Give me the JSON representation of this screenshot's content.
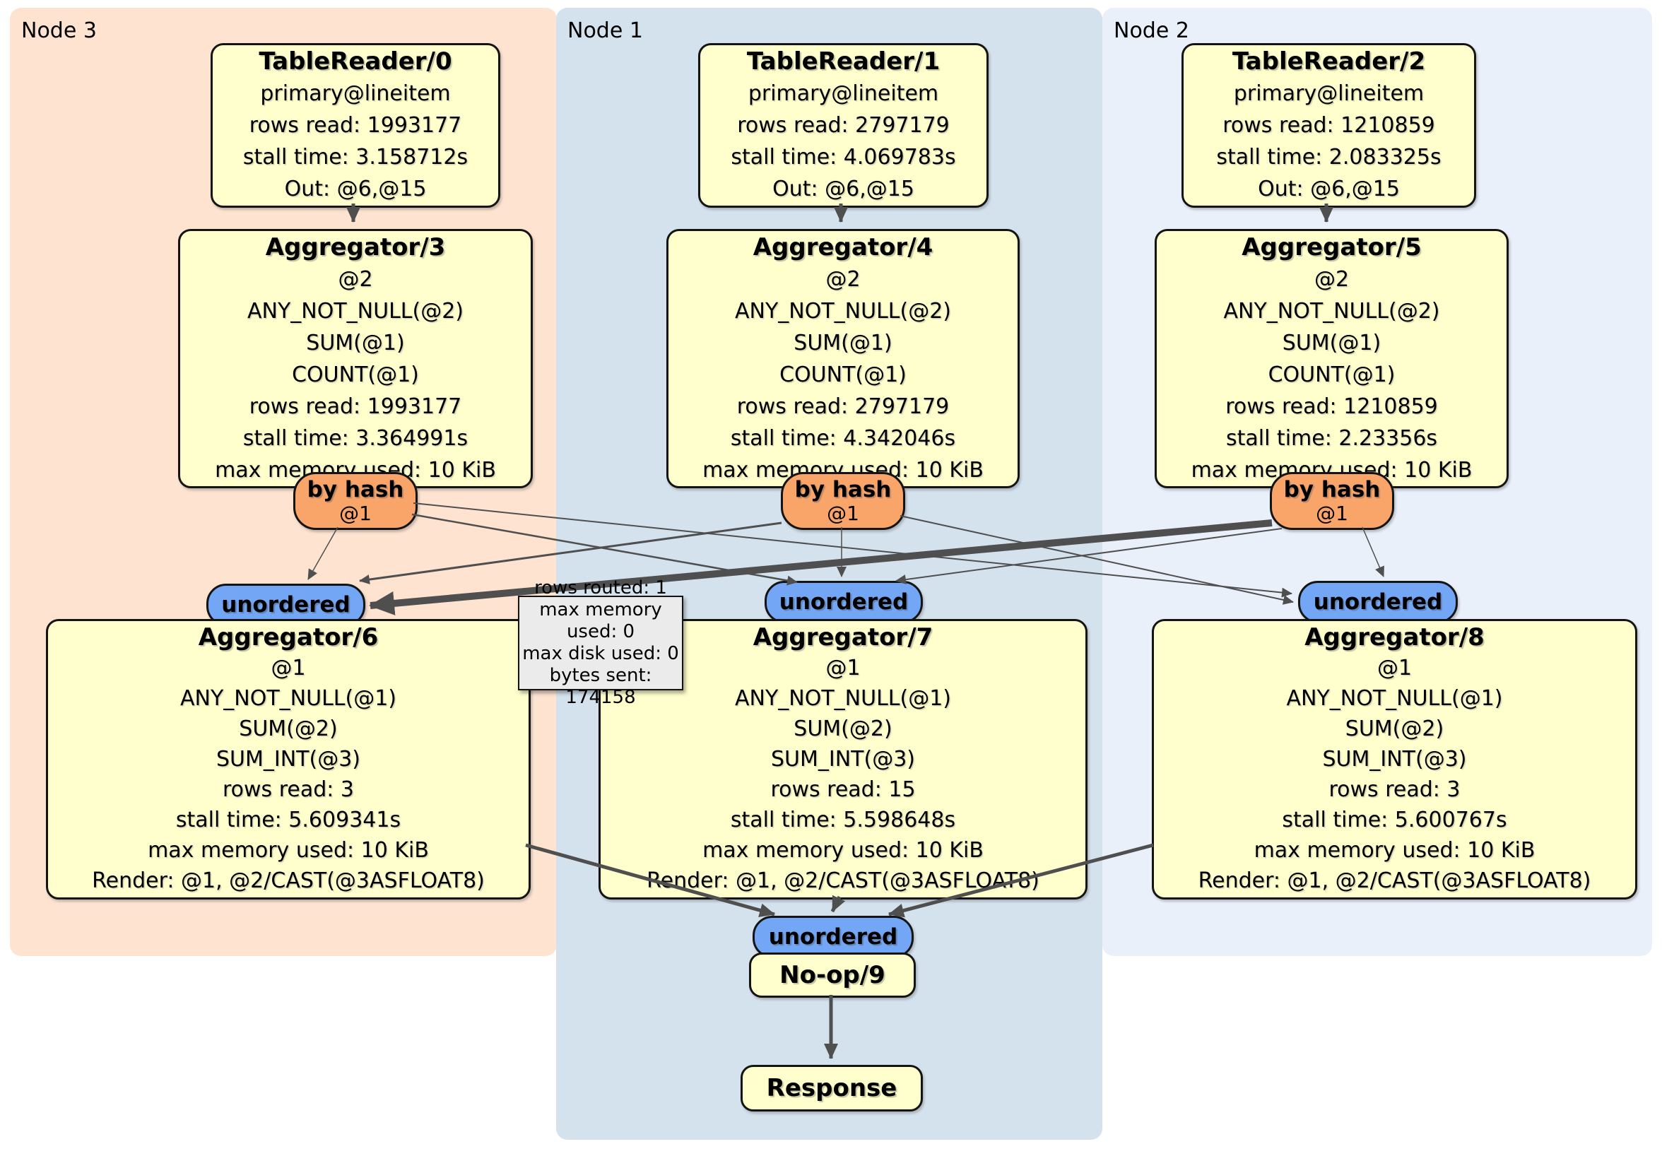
{
  "diagram": {
    "panels": {
      "node3": {
        "label": "Node 3",
        "bg": "#fde3d0"
      },
      "node1": {
        "label": "Node 1",
        "bg": "#d4e2ee"
      },
      "node2": {
        "label": "Node 2",
        "bg": "#eaf0fa"
      }
    },
    "processors": {
      "tr0": {
        "title": "TableReader/0",
        "lines": [
          "primary@lineitem",
          "rows read: 1993177",
          "stall time: 3.158712s",
          "Out: @6,@15"
        ]
      },
      "tr1": {
        "title": "TableReader/1",
        "lines": [
          "primary@lineitem",
          "rows read: 2797179",
          "stall time: 4.069783s",
          "Out: @6,@15"
        ]
      },
      "tr2": {
        "title": "TableReader/2",
        "lines": [
          "primary@lineitem",
          "rows read: 1210859",
          "stall time: 2.083325s",
          "Out: @6,@15"
        ]
      },
      "agg3": {
        "title": "Aggregator/3",
        "lines": [
          "@2",
          "ANY_NOT_NULL(@2)",
          "SUM(@1)",
          "COUNT(@1)",
          "rows read: 1993177",
          "stall time: 3.364991s",
          "max memory used: 10 KiB"
        ]
      },
      "agg4": {
        "title": "Aggregator/4",
        "lines": [
          "@2",
          "ANY_NOT_NULL(@2)",
          "SUM(@1)",
          "COUNT(@1)",
          "rows read: 2797179",
          "stall time: 4.342046s",
          "max memory used: 10 KiB"
        ]
      },
      "agg5": {
        "title": "Aggregator/5",
        "lines": [
          "@2",
          "ANY_NOT_NULL(@2)",
          "SUM(@1)",
          "COUNT(@1)",
          "rows read: 1210859",
          "stall time: 2.23356s",
          "max memory used: 10 KiB"
        ]
      },
      "agg6": {
        "title": "Aggregator/6",
        "lines": [
          "@1",
          "ANY_NOT_NULL(@1)",
          "SUM(@2)",
          "SUM_INT(@3)",
          "rows read: 3",
          "stall time: 5.609341s",
          "max memory used: 10 KiB",
          "Render: @1, @2/CAST(@3ASFLOAT8)"
        ]
      },
      "agg7": {
        "title": "Aggregator/7",
        "lines": [
          "@1",
          "ANY_NOT_NULL(@1)",
          "SUM(@2)",
          "SUM_INT(@3)",
          "rows read: 15",
          "stall time: 5.598648s",
          "max memory used: 10 KiB",
          "Render: @1, @2/CAST(@3ASFLOAT8)"
        ]
      },
      "agg8": {
        "title": "Aggregator/8",
        "lines": [
          "@1",
          "ANY_NOT_NULL(@1)",
          "SUM(@2)",
          "SUM_INT(@3)",
          "rows read: 3",
          "stall time: 5.600767s",
          "max memory used: 10 KiB",
          "Render: @1, @2/CAST(@3ASFLOAT8)"
        ]
      },
      "noop": {
        "title": "No-op/9"
      },
      "response": {
        "title": "Response"
      }
    },
    "routers": {
      "byhash3": {
        "label": "by hash",
        "sub": "@1"
      },
      "byhash4": {
        "label": "by hash",
        "sub": "@1"
      },
      "byhash5": {
        "label": "by hash",
        "sub": "@1"
      }
    },
    "streams": {
      "unordered3": {
        "label": "unordered"
      },
      "unordered1": {
        "label": "unordered"
      },
      "unordered2": {
        "label": "unordered"
      },
      "unorderedOut": {
        "label": "unordered"
      }
    },
    "tooltip": {
      "lines": [
        "rows routed: 1",
        "max memory used: 0",
        "max disk used: 0",
        "bytes sent: 174158"
      ]
    },
    "colors": {
      "box_bg": "#ffffcd",
      "router_bg": "#f9a56a",
      "stream_bg": "#73a7f5",
      "edge": "#4f4f4f",
      "tooltip_bg": "#ebebeb"
    }
  }
}
